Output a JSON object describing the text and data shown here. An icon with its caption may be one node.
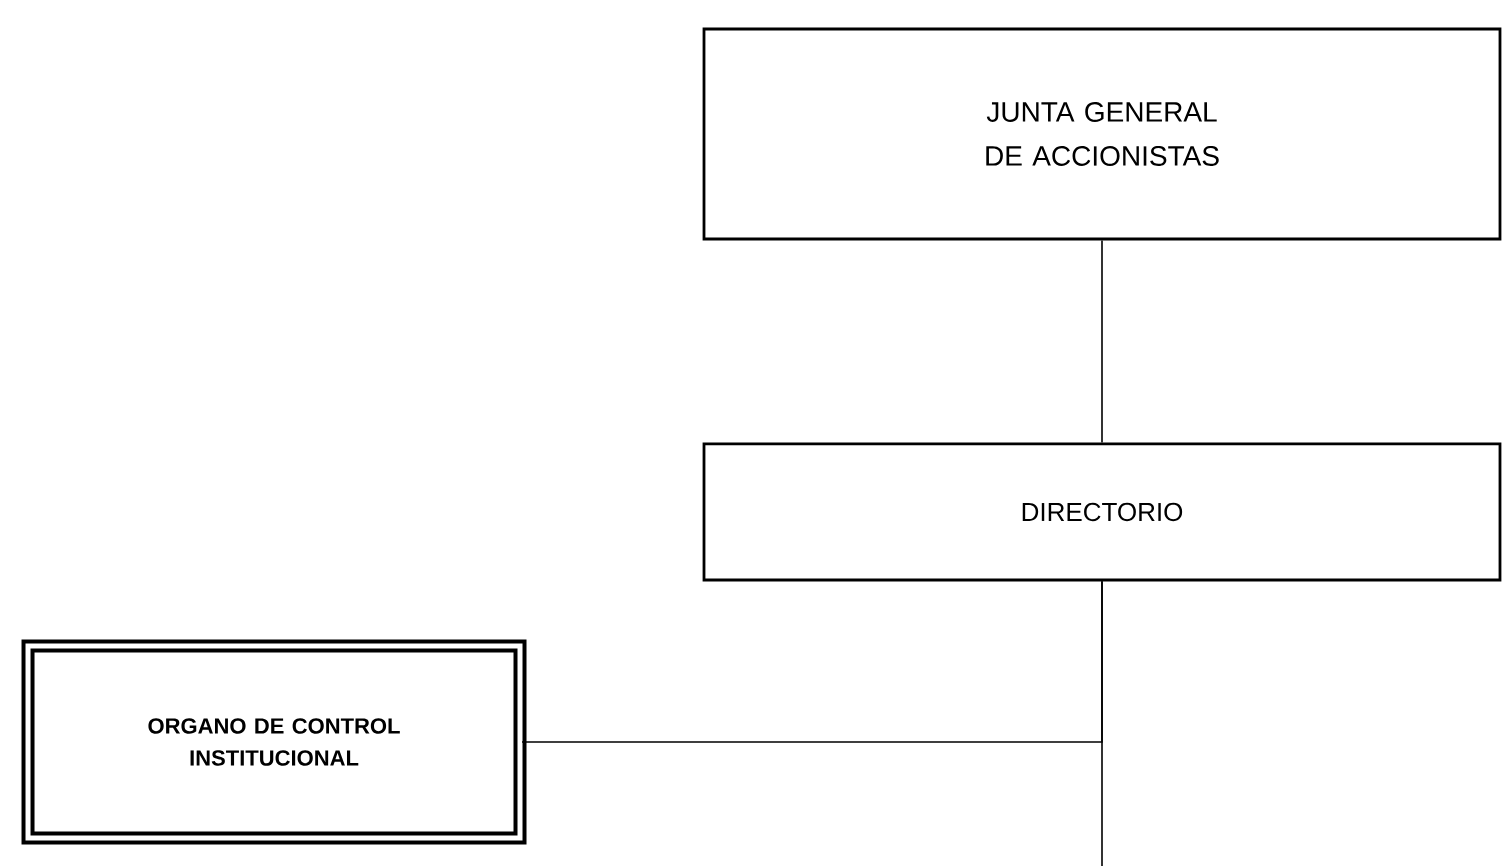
{
  "diagram": {
    "nodes": [
      {
        "text": [
          "JUNTA GENERAL DE ACCIONISTAS"
        ]
      },
      {
        "text": [
          "DIRECTORIO"
        ]
      },
      {
        "text": [
          "ORGANO DE CONTROL INSTITUCIONAL"
        ]
      }
    ],
    "edges": [
      {
        "from": 0,
        "to": 1,
        "arrow": "none"
      },
      {
        "from": 1,
        "to": 2,
        "arrow": "none"
      },
      {
        "from": 1,
        "to": null,
        "arrow": "none"
      }
    ]
  }
}
